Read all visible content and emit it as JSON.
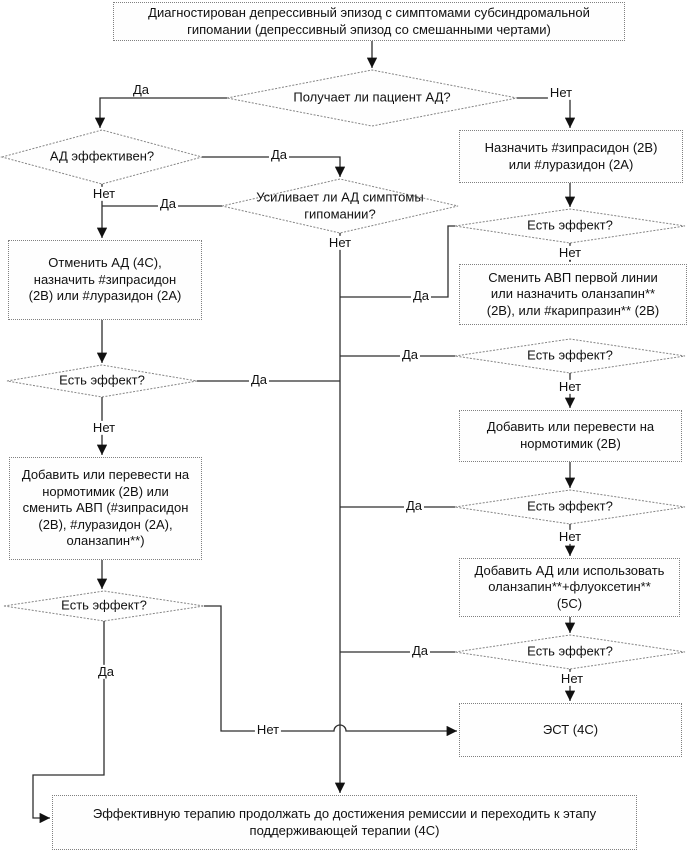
{
  "labels": {
    "yes": "Да",
    "no": "Нет"
  },
  "colors": {
    "connector": "#2e2e2e",
    "shape_border": "#858585",
    "text": "#111111",
    "background": "#ffffff"
  },
  "nodes": [
    {
      "id": "start",
      "type": "process",
      "text": "Диагностирован депрессивный эпизод с симптомами субсиндромальной\nгипомании (депрессивный эпизод со смешанными чертами)"
    },
    {
      "id": "q-receives-ad",
      "type": "decision",
      "text": "Получает ли пациент АД?"
    },
    {
      "id": "q-ad-effective",
      "type": "decision",
      "text": "АД эффективен?"
    },
    {
      "id": "q-ad-worsens-hypomania",
      "type": "decision",
      "text": "Усиливает ли АД симптомы\nгипомании?"
    },
    {
      "id": "rx-prescribe-ziprasidone",
      "type": "process",
      "text": "Назначить #зипрасидон (2В)\nили #луразидон (2А)"
    },
    {
      "id": "q-effect-right-1",
      "type": "decision",
      "text": "Есть эффект?"
    },
    {
      "id": "rx-cancel-ad",
      "type": "process",
      "text": "Отменить  АД (4С),\nназначить #зипрасидон\n(2В) или #луразидон (2А)"
    },
    {
      "id": "rx-switch-avp",
      "type": "process",
      "text": "Сменить АВП первой линии\nили назначить оланзапин**\n(2В), или #карипразин** (2В)"
    },
    {
      "id": "q-effect-right-2",
      "type": "decision",
      "text": "Есть эффект?"
    },
    {
      "id": "q-effect-left-1",
      "type": "decision",
      "text": "Есть эффект?"
    },
    {
      "id": "rx-add-normothymic-right",
      "type": "process",
      "text": "Добавить или перевести на\nнормотимик (2В)"
    },
    {
      "id": "rx-add-normothymic-left",
      "type": "process",
      "text": "Добавить или перевести на\nнормотимик (2В) или\nсменить АВП (#зипрасидон\n(2В), #луразидон (2А),\nоланзапин**)"
    },
    {
      "id": "q-effect-right-3",
      "type": "decision",
      "text": "Есть эффект?"
    },
    {
      "id": "rx-add-ad-fluoxetine",
      "type": "process",
      "text": "Добавить АД или использовать\nоланзапин**+флуоксетин**\n(5С)"
    },
    {
      "id": "q-effect-left-2",
      "type": "decision",
      "text": "Есть эффект?"
    },
    {
      "id": "q-effect-right-4",
      "type": "decision",
      "text": "Есть эффект?"
    },
    {
      "id": "ect",
      "type": "process",
      "text": "ЭСТ (4С)"
    },
    {
      "id": "maintain-therapy",
      "type": "process",
      "text": "Эффективную терапию продолжать до достижения ремиссии и переходить к этапу\nподдерживающей терапии (4С)"
    }
  ]
}
